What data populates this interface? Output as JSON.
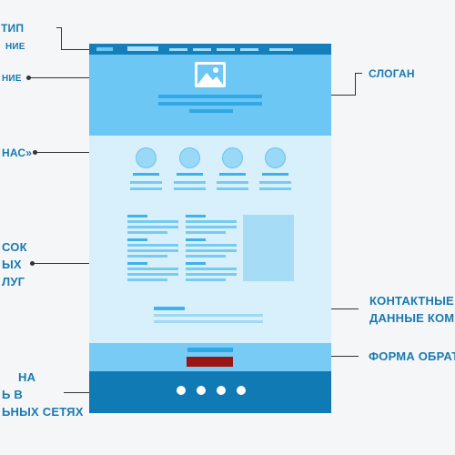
{
  "labels": {
    "logo": [
      "ТИП",
      "НИЕ"
    ],
    "hero_image": "НИЕ",
    "slogan": "СЛОГАН",
    "about": "НАС»",
    "services": [
      "СОК",
      "ЫХ",
      "ЛУГ"
    ],
    "contacts": [
      "КОНТАКТНЫЕ",
      "ДАННЫЕ КОМ"
    ],
    "form": "ФОРМА ОБРАТ",
    "social": [
      "НА",
      "Ь В",
      "ЬНЫХ СЕТЯХ"
    ]
  },
  "colors": {
    "label_text": "#1a7ab0",
    "topbar": "#147fb9",
    "hero": "#6cc7f5",
    "content": "#d8f0fb",
    "form": "#77cbf5",
    "submit_button": "#9a1616",
    "footer": "#107ab4"
  },
  "icons": {
    "hero_image": "image-icon"
  },
  "mockup": {
    "feature_count": 4,
    "social_icon_count": 4
  }
}
